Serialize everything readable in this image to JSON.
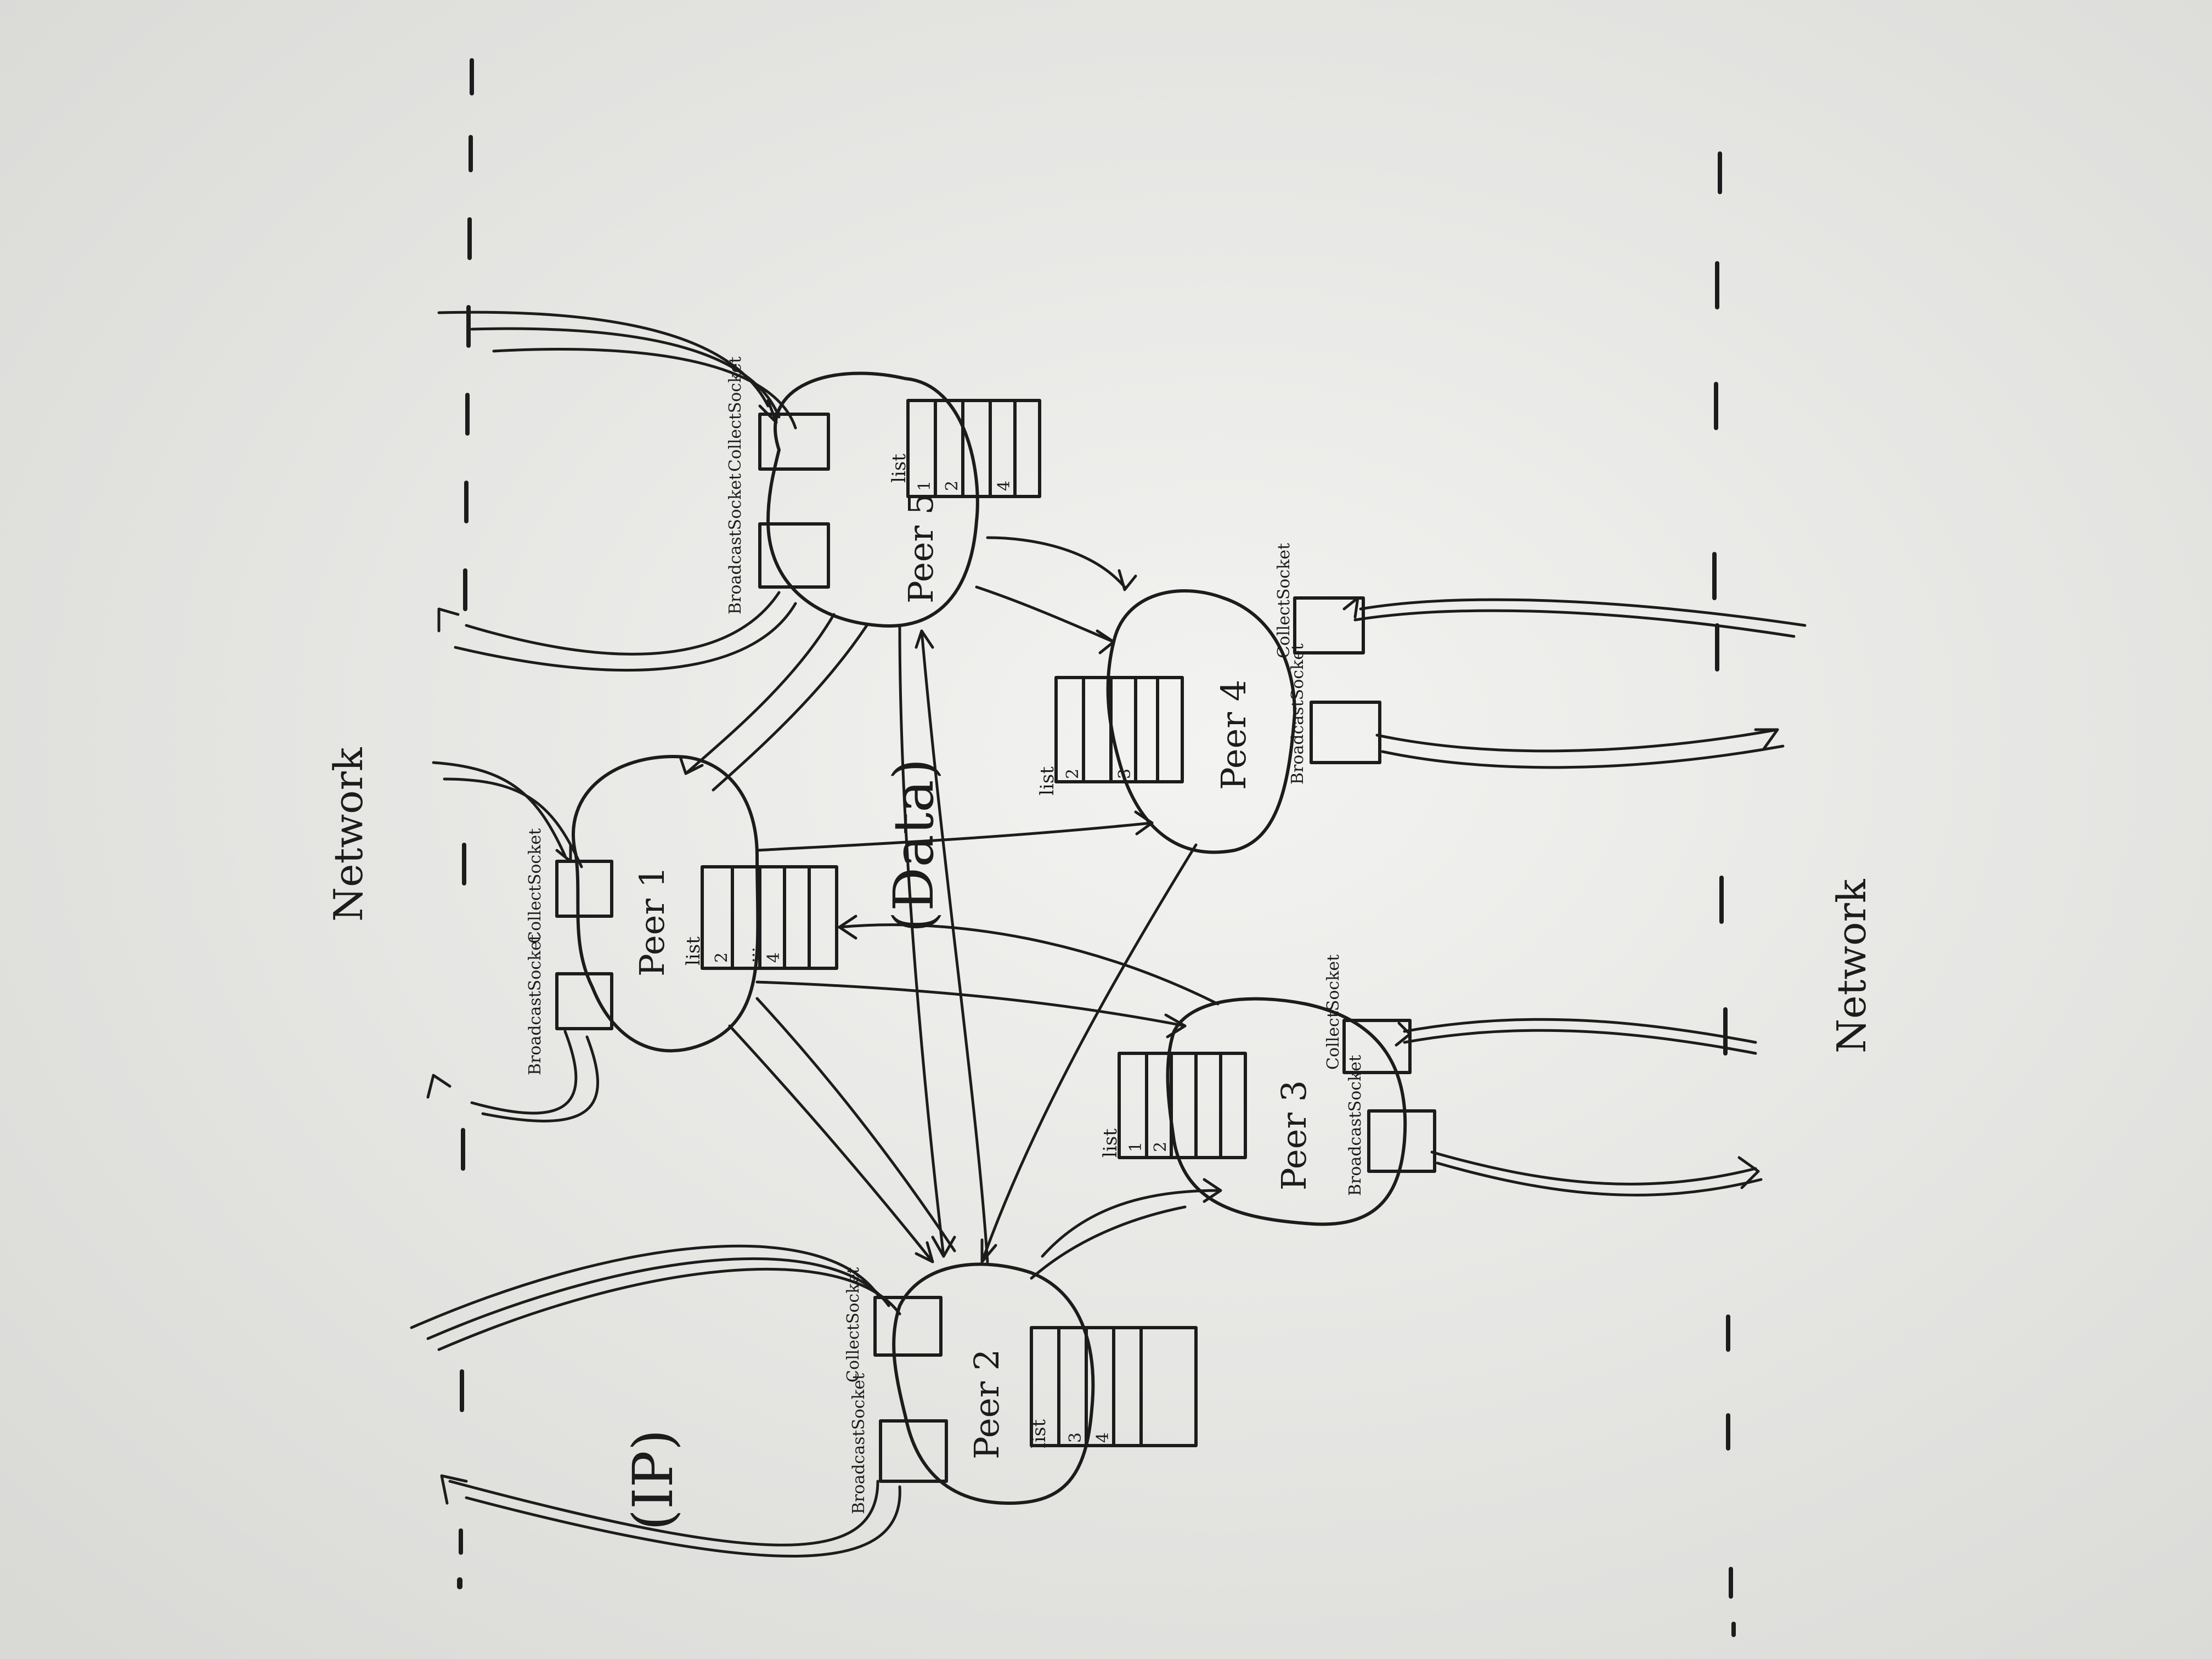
{
  "labels": {
    "network_top": "Network",
    "network_bottom": "Network",
    "ip": "(IP)",
    "data": "(Data)"
  },
  "socket_labels": {
    "broadcast": "BroadcastSocket",
    "collect": "CollectSocket"
  },
  "peers": [
    {
      "name": "Peer 1",
      "list_label": "list",
      "list_rows": [
        "2",
        "...",
        "4"
      ]
    },
    {
      "name": "Peer 2",
      "list_label": "list",
      "list_rows": [
        "3",
        "4"
      ]
    },
    {
      "name": "Peer 3",
      "list_label": "list",
      "list_rows": [
        "1",
        "2"
      ]
    },
    {
      "name": "Peer 4",
      "list_label": "list",
      "list_rows": [
        "2",
        "3"
      ]
    },
    {
      "name": "Peer 5",
      "list_label": "list",
      "list_rows": [
        "1",
        "2",
        "4"
      ]
    }
  ],
  "colors": {
    "ink": "#1c1c1c",
    "board": "#e6e6e4"
  }
}
